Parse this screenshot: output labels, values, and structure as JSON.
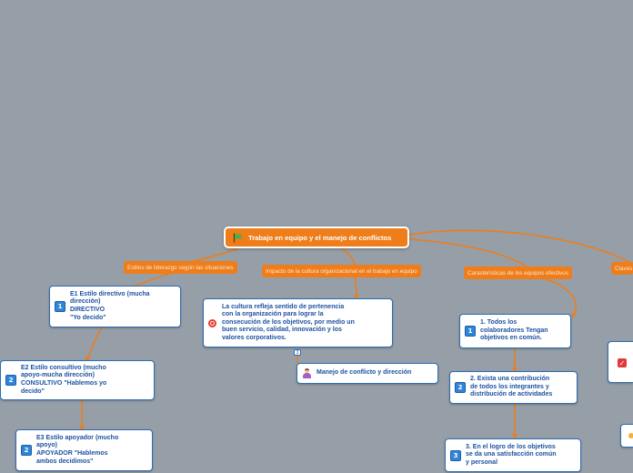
{
  "root": {
    "title": "Trabajo en equipo y el manejo de conflictos",
    "icon": "green-flag-icon"
  },
  "branches": {
    "estilos": "Estilos de liderazgo según las situaciones",
    "impacto": "Impacto de la cultura organizacional en el trabajo en equipo",
    "caracteristicas": "Características  de los equipos efectivos",
    "claves": "Claves"
  },
  "estilos": [
    {
      "num": "1",
      "lines": [
        "E1 Estilo directivo (mucha",
        "dirección)",
        "DIRECTIVO",
        "\"Yo decido\""
      ]
    },
    {
      "num": "2",
      "lines": [
        "E2 Estilo consultivo (mucho",
        "apoyo-mucha dirección)",
        "CONSULTIVO \"Hablemos yo",
        "decido\""
      ]
    },
    {
      "num": "2",
      "lines": [
        "E3 Estilo apoyador (mucho",
        "apoyo)",
        "APOYADOR \"Hablemos",
        "ambos decidimos\""
      ]
    }
  ],
  "impacto": {
    "lines": [
      "La cultura refleja sentido de pertenencia",
      "con la organización para lograr la",
      "consecución de los objetivos, por medio un",
      "buen  servicio, calidad, innovación y los",
      "valores corporativos."
    ],
    "icon": "target-icon",
    "badge": "3",
    "sub": {
      "label": "Manejo de conflicto y dirección",
      "icon": "person-icon"
    }
  },
  "caracteristicas": [
    {
      "num": "1",
      "lines": [
        "1. Todos los",
        "colaboradores Tengan",
        "objetivos en común."
      ]
    },
    {
      "num": "2",
      "lines": [
        "2. Exista una contribución",
        "de todos los integrantes  y",
        "distribución de actividades"
      ]
    },
    {
      "num": "3",
      "lines": [
        "3. En el logro de los objetivos",
        "se da una satisfacción común",
        "y personal"
      ]
    }
  ],
  "colors": {
    "background": "#969fa8",
    "accent": "#ee7d1a",
    "node_border": "#2d6db3",
    "node_text": "#1e52a0"
  }
}
